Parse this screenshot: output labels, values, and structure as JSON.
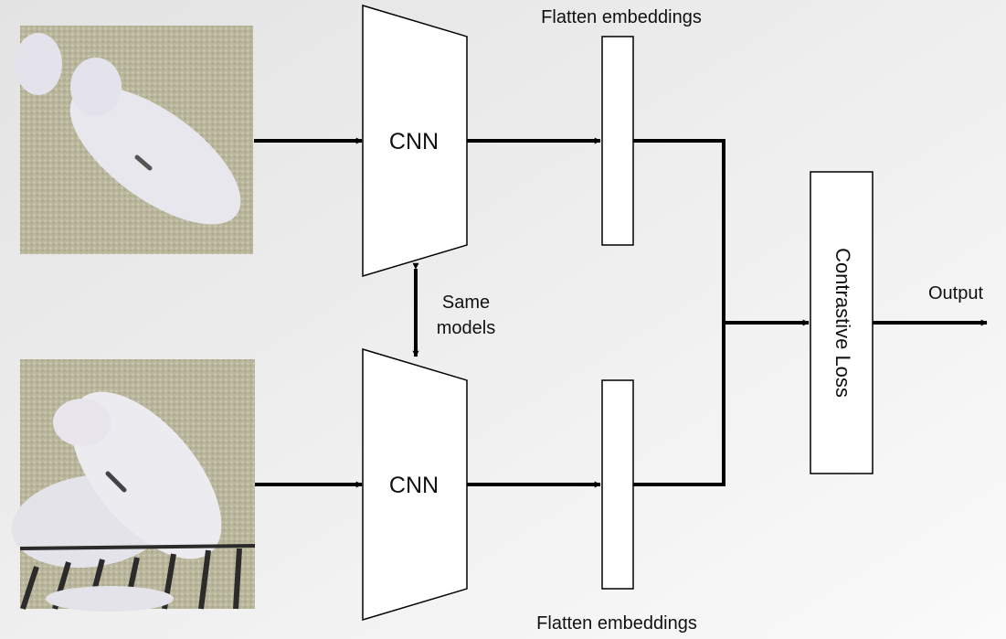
{
  "labels": {
    "top_cnn": "CNN",
    "bottom_cnn": "CNN",
    "top_embeddings": "Flatten embeddings",
    "bottom_embeddings": "Flatten embeddings",
    "same_models_line1": "Same",
    "same_models_line2": "models",
    "loss": "Contrastive Loss",
    "output": "Output"
  },
  "colors": {
    "background": "#ececec",
    "stroke": "#000000",
    "box_fill": "#ffffff",
    "pig": "#e8e6ec",
    "floor": "#b8b49a"
  }
}
